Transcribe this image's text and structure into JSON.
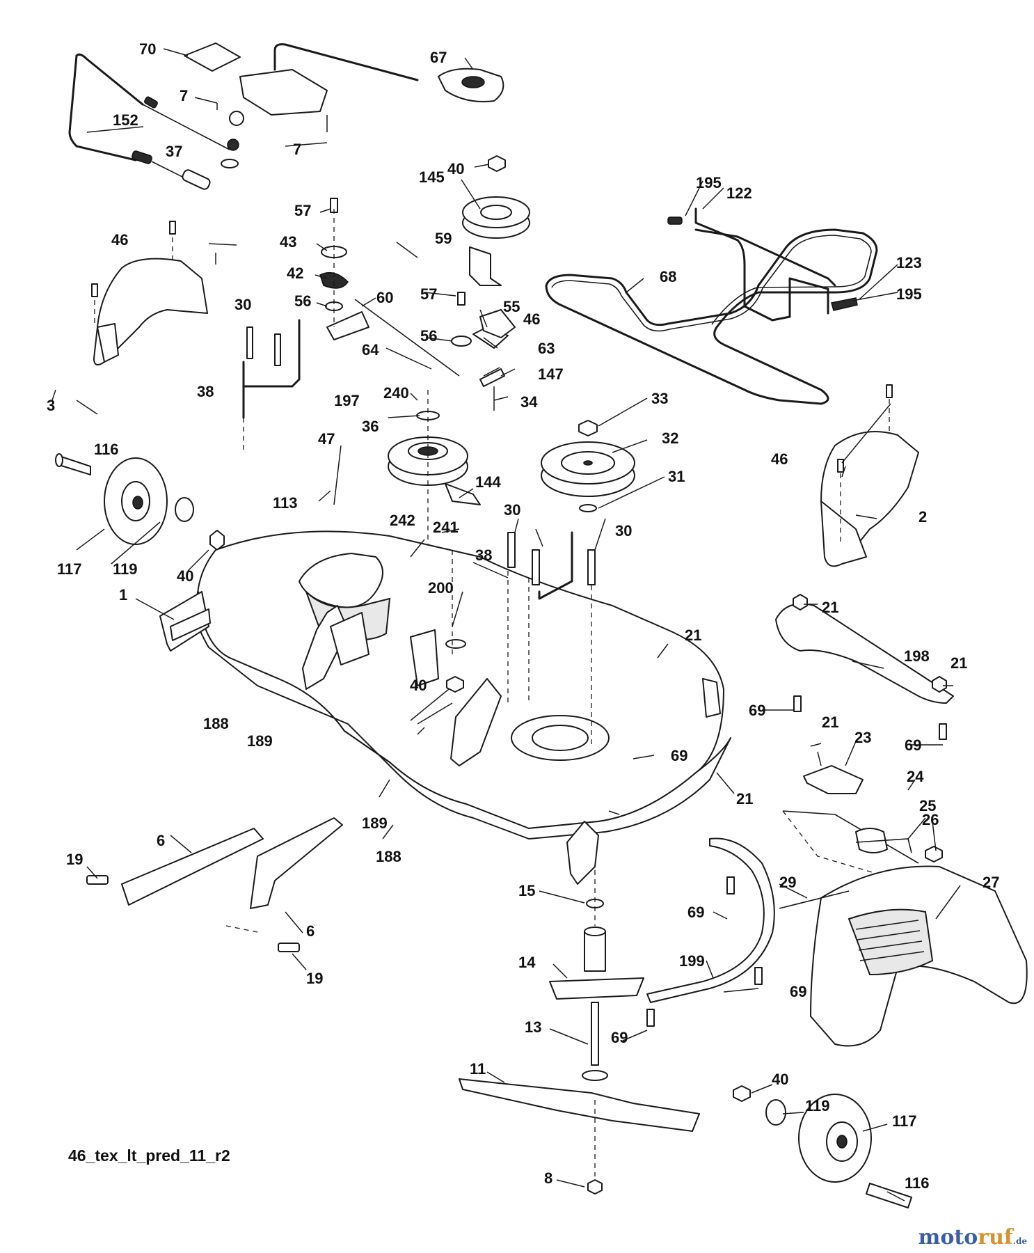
{
  "diagram": {
    "code": "46_tex_lt_pred_11_r2",
    "watermark": {
      "brand_a": "moto",
      "brand_b": "ruf",
      "suffix": ".de"
    },
    "callouts": [
      "70",
      "67",
      "7",
      "152",
      "37",
      "7",
      "40",
      "145",
      "195",
      "122",
      "57",
      "43",
      "59",
      "46",
      "42",
      "60",
      "56",
      "30",
      "123",
      "68",
      "195",
      "57",
      "55",
      "56",
      "46",
      "64",
      "63",
      "147",
      "38",
      "3",
      "240",
      "34",
      "197",
      "33",
      "36",
      "32",
      "46",
      "116",
      "31",
      "2",
      "144",
      "47",
      "113",
      "30",
      "242",
      "241",
      "30",
      "117",
      "119",
      "40",
      "38",
      "200",
      "21",
      "1",
      "21",
      "198",
      "21",
      "188",
      "40",
      "189",
      "69",
      "69",
      "21",
      "23",
      "21",
      "69",
      "24",
      "25",
      "189",
      "21",
      "26",
      "188",
      "6",
      "19",
      "29",
      "27",
      "15",
      "6",
      "69",
      "14",
      "199",
      "69",
      "19",
      "13",
      "69",
      "11",
      "40",
      "119",
      "117",
      "8",
      "116"
    ]
  }
}
